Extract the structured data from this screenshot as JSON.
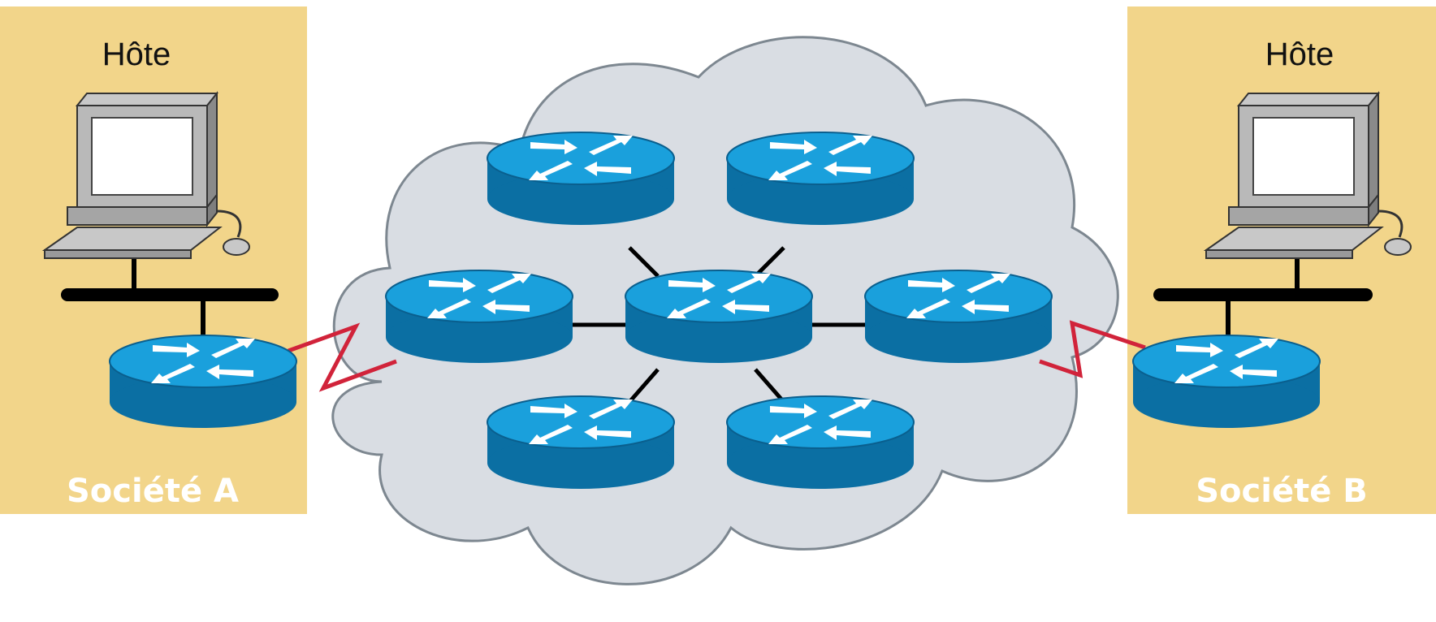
{
  "colors": {
    "site_panel": "#f2d58a",
    "cloud_fill": "#d9dde3",
    "cloud_stroke": "#7d8790",
    "router_top": "#1aa0dc",
    "router_side": "#0b6fa3",
    "serial_link": "#d1233a",
    "ethernet": "#000000"
  },
  "site_a": {
    "host_label": "Hôte",
    "company_label": "Société A"
  },
  "site_b": {
    "host_label": "Hôte",
    "company_label": "Société B"
  },
  "routers": [
    {
      "id": "router-site-a",
      "icon": "router-icon"
    },
    {
      "id": "router-cloud-top-left",
      "icon": "router-icon"
    },
    {
      "id": "router-cloud-top-right",
      "icon": "router-icon"
    },
    {
      "id": "router-cloud-left",
      "icon": "router-icon"
    },
    {
      "id": "router-cloud-center",
      "icon": "router-icon"
    },
    {
      "id": "router-cloud-right",
      "icon": "router-icon"
    },
    {
      "id": "router-cloud-bottom-left",
      "icon": "router-icon"
    },
    {
      "id": "router-cloud-bottom-right",
      "icon": "router-icon"
    },
    {
      "id": "router-site-b",
      "icon": "router-icon"
    }
  ]
}
